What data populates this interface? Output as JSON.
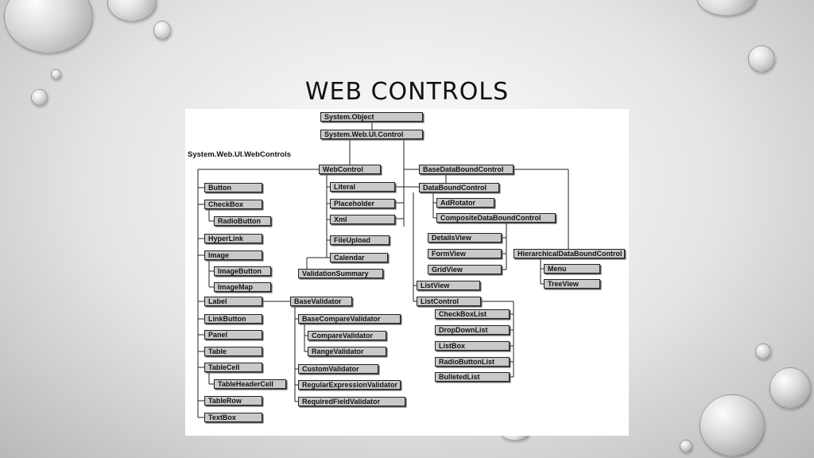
{
  "slide": {
    "title": "WEB CONTROLS"
  },
  "diagram": {
    "namespace_label": "System.Web.UI.WebControls",
    "nodes": {
      "system_object": "System.Object",
      "system_web_ui_control": "System.Web.UI.Control",
      "web_control": "WebControl",
      "button": "Button",
      "check_box": "CheckBox",
      "radio_button": "RadioButton",
      "hyper_link": "HyperLink",
      "image": "Image",
      "image_button": "ImageButton",
      "image_map": "ImageMap",
      "label": "Label",
      "link_button": "LinkButton",
      "panel": "Panel",
      "table": "Table",
      "table_cell": "TableCell",
      "table_header_cell": "TableHeaderCell",
      "table_row": "TableRow",
      "text_box": "TextBox",
      "literal": "Literal",
      "placeholder": "Placeholder",
      "xml": "Xml",
      "file_upload": "FileUpload",
      "calendar": "Calendar",
      "validation_summary": "ValidationSummary",
      "base_validator": "BaseValidator",
      "base_compare_validator": "BaseCompareValidator",
      "compare_validator": "CompareValidator",
      "range_validator": "RangeValidator",
      "custom_validator": "CustomValidator",
      "regular_expression_validator": "RegularExpressionValidator",
      "required_field_validator": "RequiredFieldValidator",
      "base_data_bound_control": "BaseDataBoundControl",
      "data_bound_control": "DataBoundControl",
      "ad_rotator": "AdRotator",
      "composite_data_bound_control": "CompositeDataBoundControl",
      "details_view": "DetailsView",
      "form_view": "FormView",
      "grid_view": "GridView",
      "list_view": "ListView",
      "list_control": "ListControl",
      "check_box_list": "CheckBoxList",
      "drop_down_list": "DropDownList",
      "list_box": "ListBox",
      "radio_button_list": "RadioButtonList",
      "bulleted_list": "BulletedList",
      "hierarchical_data_bound_control": "HierarchicalDataBoundControl",
      "menu": "Menu",
      "tree_view": "TreeView"
    }
  }
}
